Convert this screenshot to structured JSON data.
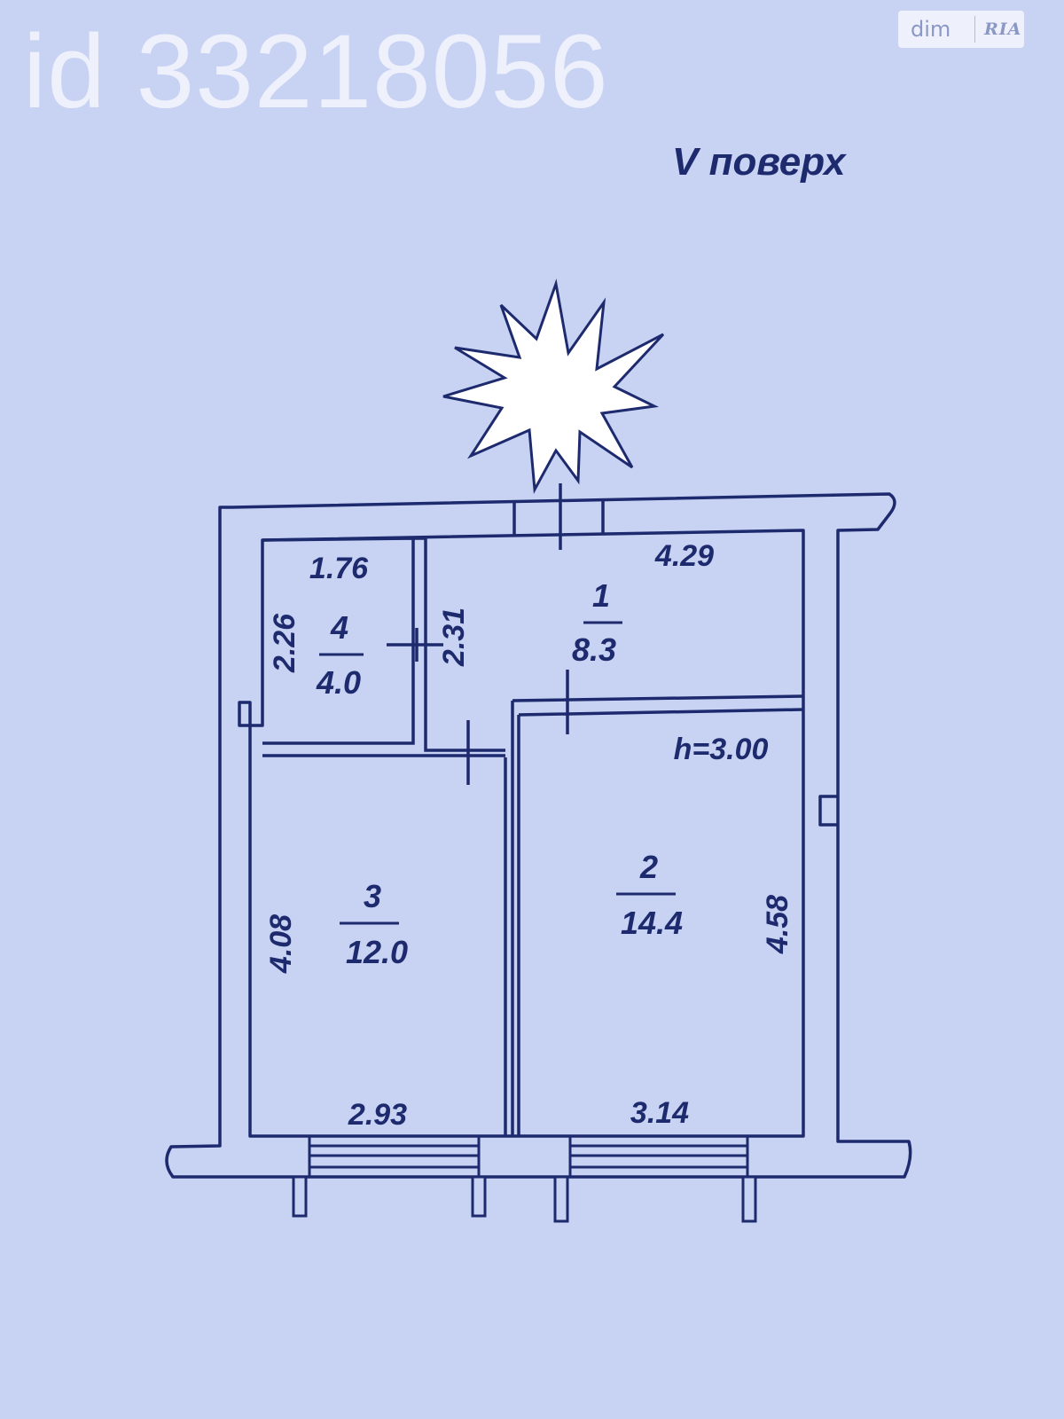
{
  "listing_id": "id 33218056",
  "logo": {
    "left_text": "dim",
    "right_text": "RIA"
  },
  "floor_label": "V поверх",
  "ceiling_height": "h=3.00",
  "rooms": [
    {
      "number": "1",
      "area": "8.3"
    },
    {
      "number": "2",
      "area": "14.4"
    },
    {
      "number": "3",
      "area": "12.0"
    },
    {
      "number": "4",
      "area": "4.0"
    }
  ],
  "dimensions": {
    "room4_top": "1.76",
    "room4_left": "2.26",
    "room1_left": "2.31",
    "room1_top": "4.29",
    "room3_left": "4.08",
    "room3_bottom": "2.93",
    "room2_right": "4.58",
    "room2_bottom": "3.14"
  },
  "colors": {
    "background": "#c8d3f3",
    "wall": "#1e2a6e",
    "room_fill": "#c6d1f2",
    "watermark": "#eef1fb"
  }
}
